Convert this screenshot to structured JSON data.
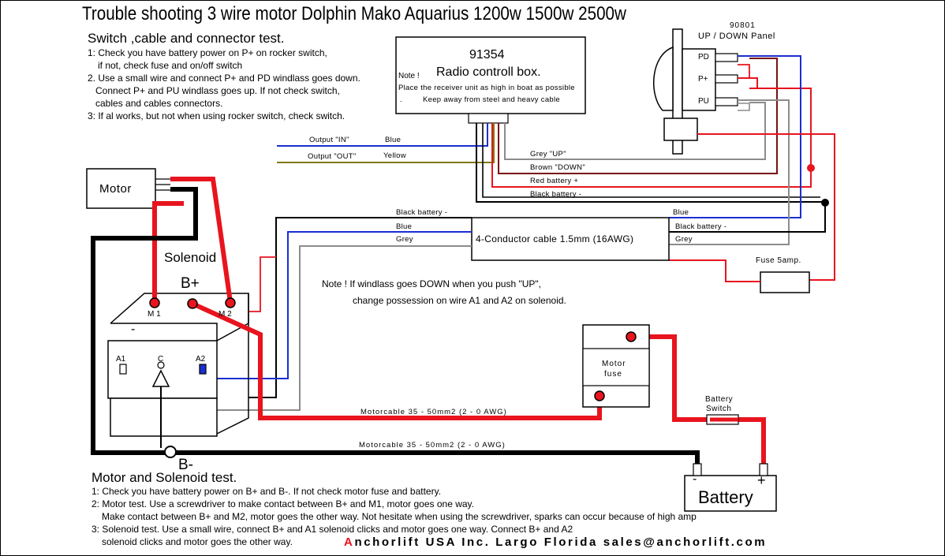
{
  "title": "Trouble shooting 3 wire motor Dolphin Mako Aquarius 1200w 1500w 2500w",
  "switch_test": {
    "heading": "Switch ,cable and connector test.",
    "lines": [
      "1: Check you have battery power on P+ on rocker switch,",
      "if not, check fuse and on/off switch",
      "2. Use a small wire and connect P+ and PD windlass goes down.",
      "Connect P+ and PU windlass goes up. If not check switch,",
      "cables and cables connectors.",
      "3: If al works, but not when using rocker switch, check switch."
    ]
  },
  "radio_box": {
    "part_number": "91354",
    "name": "Radio controll box.",
    "note_label": "Note !",
    "note_line1": "Place the receiver unit as high in boat as possible",
    "note_line2": "Keep away from steel and heavy cable",
    "dot": "."
  },
  "panel": {
    "part_number": "90801",
    "name": "UP / DOWN Panel",
    "terminals": [
      "PD",
      "P+",
      "PU"
    ]
  },
  "wires": {
    "output_in": "Output \"IN\"",
    "output_in_color": "Blue",
    "output_out": "Output \"OUT\"",
    "output_out_color": "Yellow",
    "grey_up": "Grey \"UP\"",
    "brown_down": "Brown \"DOWN\"",
    "red_battery": "Red battery +",
    "black_battery": "Black battery -"
  },
  "cable": {
    "label": "4-Conductor cable 1.5mm (16AWG)",
    "left": [
      "Black battery -",
      "Blue",
      "Grey"
    ],
    "right": [
      "Blue",
      "Black battery -",
      "Grey"
    ]
  },
  "fuse": "Fuse 5amp.",
  "motor_label": "Motor",
  "solenoid": {
    "label": "Solenoid",
    "bplus": "B+",
    "bminus": "B-",
    "m1": "M 1",
    "m2": "M 2",
    "a1": "A1",
    "c": "C",
    "a2": "A2",
    "minus": "-"
  },
  "note": {
    "line1": "Note ! If windlass goes DOWN when you push \"UP\",",
    "line2": "change possession on wire A1 and A2 on solenoid."
  },
  "motor_fuse": {
    "line1": "Motor",
    "line2": "fuse"
  },
  "battery_switch": {
    "line1": "Battery",
    "line2": "Switch"
  },
  "battery": {
    "label": "Battery",
    "minus": "-",
    "plus": "+"
  },
  "motorcable": "Motorcable 35 - 50mm2 (2 - 0 AWG)",
  "motor_test": {
    "heading": "Motor and Solenoid test.",
    "lines": [
      "1: Check you have battery power on B+ and B-. If not check motor fuse and battery.",
      "2: Motor test. Use a screwdriver to make contact between B+ and M1, motor goes one way.",
      "Make contact between B+ and M2, motor goes the other way. Not hesitate when using the screwdriver, sparks can occur because of high amp",
      "3: Solenoid test. Use a small wire, connect B+ and A1 solenoid clicks and motor goes one way. Connect B+ and A2",
      "solenoid clicks and motor goes the other way."
    ]
  },
  "footer": {
    "first_letter": "A",
    "rest": "nchorlift USA Inc. Largo Florida sales@anchorlift.com"
  },
  "colors": {
    "red": "#e8141e",
    "blue": "#1a2fd0",
    "grey": "#8c8c8c",
    "brown": "#7a1010",
    "olive": "#7e7a10",
    "black": "#000000"
  }
}
